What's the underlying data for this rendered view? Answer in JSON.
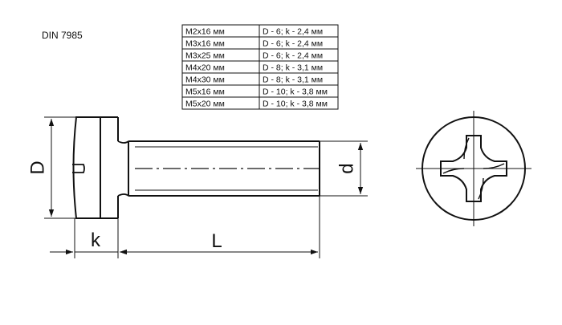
{
  "standard": "DIN 7985",
  "sizes_table": [
    {
      "size": "M2x16 мм",
      "dims": "D - 6; k - 2,4 мм"
    },
    {
      "size": "M3x16 мм",
      "dims": "D - 6; k - 2,4 мм"
    },
    {
      "size": "M3x25 мм",
      "dims": "D - 6; k - 2,4 мм"
    },
    {
      "size": "M4x20 мм",
      "dims": "D - 8; k - 3,1 мм"
    },
    {
      "size": "M4x30 мм",
      "dims": "D - 8; k - 3,1 мм"
    },
    {
      "size": "M5x16 мм",
      "dims": "D - 10; k - 3,8 мм"
    },
    {
      "size": "M5x20 мм",
      "dims": "D - 10; k - 3,8 мм"
    }
  ],
  "dimension_labels": {
    "head_diameter": "D",
    "head_height": "k",
    "length": "L",
    "thread_diameter": "d"
  }
}
